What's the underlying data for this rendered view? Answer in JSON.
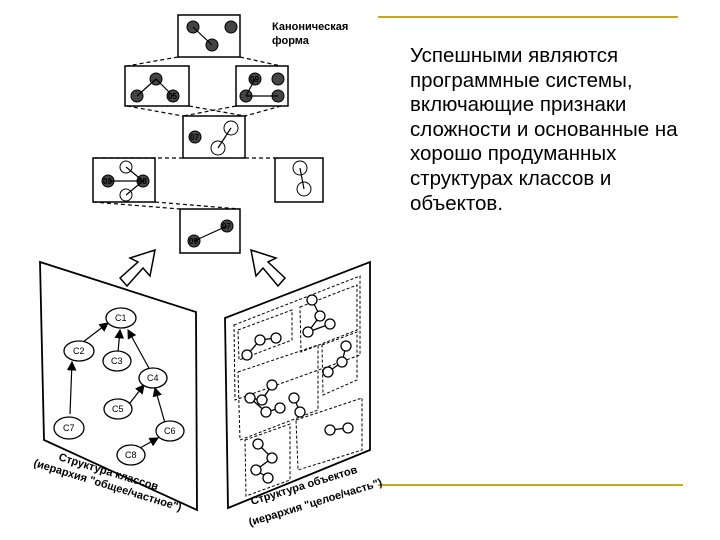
{
  "slide": {
    "text": "Успешными являются программные системы, включающие признаки сложности и основанные на хорошо продуманных структурах классов и объектов.",
    "accent_color": "#c9a825"
  },
  "diagram": {
    "canonical_label_line1": "Каноническая",
    "canonical_label_line2": "форма",
    "node_labels": {
      "n05": "05",
      "n09": "09",
      "n07": "07",
      "n08": "08",
      "n03": "03"
    },
    "classes": {
      "c1": "C1",
      "c2": "C2",
      "c3": "C3",
      "c4": "C4",
      "c5": "C5",
      "c6": "C6",
      "c7": "C7",
      "c8": "C8"
    },
    "class_caption_line1": "Структура классов",
    "class_caption_line2": "(иерархия \"общее/частное\")",
    "object_caption_line1": "Структура объектов",
    "object_caption_line2": "(иерархия \"целое/часть\")"
  }
}
